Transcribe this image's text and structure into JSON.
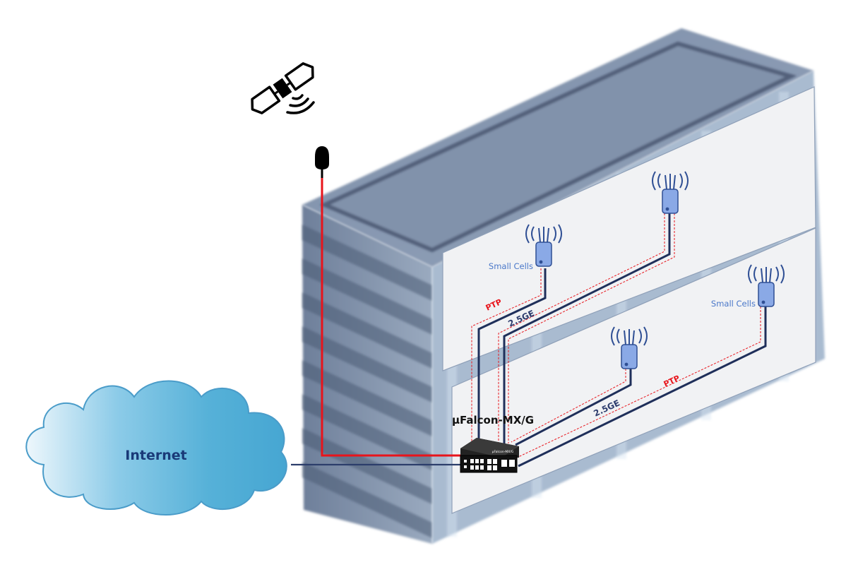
{
  "diagram": {
    "device_label": "µFalcon-MX/G",
    "device_faceplate": "µFalcon-MX/G",
    "cloud_label": "Internet",
    "small_cells_labels": [
      "Small Cells",
      "Small Cells"
    ],
    "link_ge_labels": [
      "2.5GE",
      "2.5GE"
    ],
    "link_ptp_labels": [
      "PTP",
      "PTP"
    ],
    "icons": [
      "satellite-icon",
      "gps-antenna-icon",
      "small-cell-icon",
      "router-icon",
      "cloud-icon",
      "building-icon"
    ],
    "colors": {
      "ptp_line": "#e8141b",
      "ethernet_line": "#1f2f5a",
      "internet_line": "#2c3e6b",
      "small_cell": "#7a9fe0",
      "cloud": "#5fb3d9"
    }
  }
}
